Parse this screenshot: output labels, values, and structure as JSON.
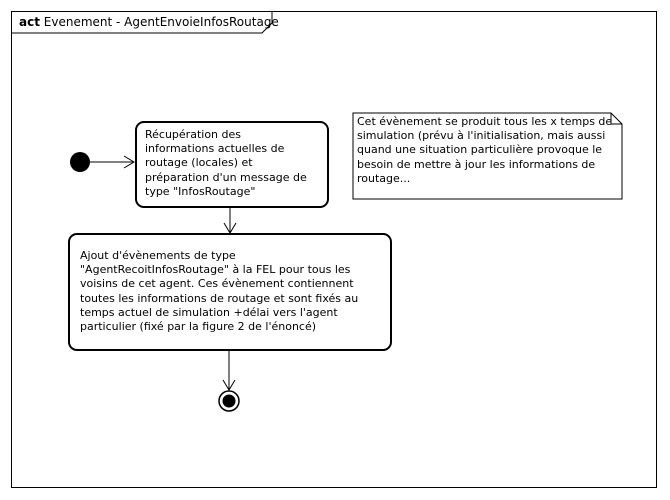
{
  "frame": {
    "keyword": "act",
    "title": "Evenement - AgentEnvoieInfosRoutage"
  },
  "actions": [
    {
      "label": "Récupération des\ninformations actuelles de\nroutage (locales) et\npréparation d'un message de\ntype \"InfosRoutage\""
    },
    {
      "label": "Ajout d'évènements de type\n\"AgentRecoitInfosRoutage\" à la FEL pour tous les\nvoisins de cet agent. Ces évènement contiennent\ntoutes les informations de routage et sont fixés au\ntemps actuel de simulation +délai vers l'agent\nparticulier (fixé par la figure 2 de l'énoncé)"
    }
  ],
  "note": {
    "text": "Cet évènement se produit tous les x temps de\nsimulation (prévu à l'initialisation, mais aussi\nquand une situation particulière provoque le\nbesoin de mettre à jour les informations de\nroutage..."
  }
}
